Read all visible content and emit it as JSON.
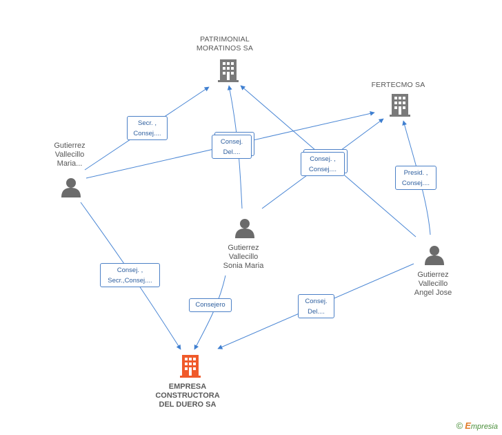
{
  "nodes": {
    "patrimonial": {
      "label": "PATRIMONIAL\nMORATINOS SA",
      "type": "company"
    },
    "fertecmo": {
      "label": "FERTECMO SA",
      "type": "company"
    },
    "empresa": {
      "label": "EMPRESA\nCONSTRUCTORA\nDEL DUERO SA",
      "type": "main-company",
      "color": "#f05a2a"
    },
    "maria": {
      "label": "Gutierrez\nVallecillo\nMaria...",
      "type": "person"
    },
    "sonia": {
      "label": "Gutierrez\nVallecillo\nSonia Maria",
      "type": "person"
    },
    "angel": {
      "label": "Gutierrez\nVallecillo\nAngel Jose",
      "type": "person"
    }
  },
  "edges": [
    {
      "id": "maria-patrimonial",
      "label": "Secr. ,\nConsej...."
    },
    {
      "id": "sonia-patrimonial",
      "label": "Consej.\nDel...."
    },
    {
      "id": "angel-patrimonial",
      "label": "Consej. ,\nConsej...."
    },
    {
      "id": "angel-fertecmo",
      "label": "Presid. ,\nConsej...."
    },
    {
      "id": "maria-empresa",
      "label": "Consej. ,\nSecr.,Consej...."
    },
    {
      "id": "sonia-empresa",
      "label": "Consejero"
    },
    {
      "id": "angel-empresa",
      "label": "Consej.\nDel...."
    }
  ],
  "colors": {
    "company": "#7a7a7a",
    "main_company": "#f05a2a",
    "person": "#6b6b6b",
    "edge": "#4a7fc6"
  },
  "footer": {
    "copyright": "©",
    "brand_initial": "E",
    "brand_rest": "mpresia"
  }
}
